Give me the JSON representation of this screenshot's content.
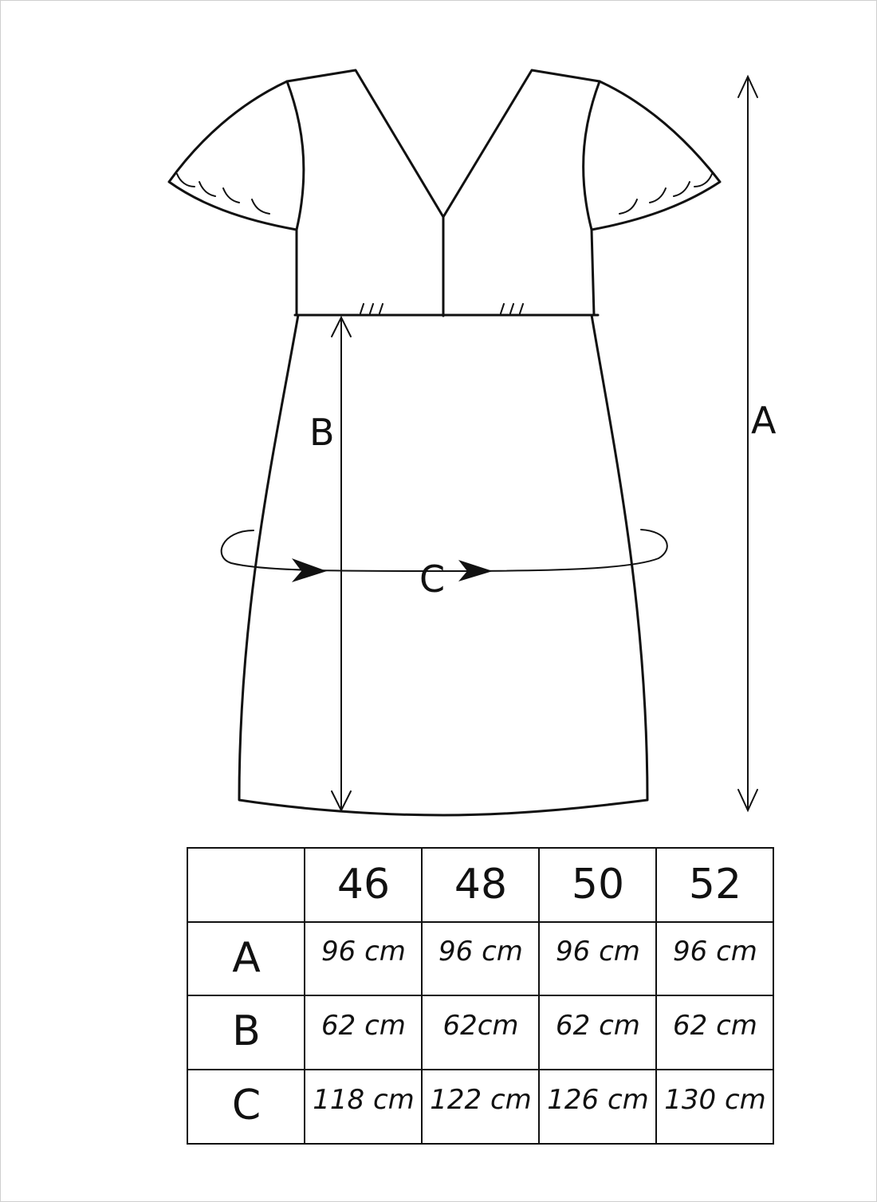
{
  "labels": {
    "total_length": "A",
    "skirt_length": "B",
    "hip_circumference": "C"
  },
  "table": {
    "sizes": [
      "46",
      "48",
      "50",
      "52"
    ],
    "rows": [
      {
        "label": "A",
        "values": [
          "96 cm",
          "96 cm",
          "96 cm",
          "96 cm"
        ]
      },
      {
        "label": "B",
        "values": [
          "62 cm",
          "62cm",
          "62 cm",
          "62 cm"
        ]
      },
      {
        "label": "C",
        "values": [
          "118 cm",
          "122 cm",
          "126 cm",
          "130 cm"
        ]
      }
    ]
  }
}
